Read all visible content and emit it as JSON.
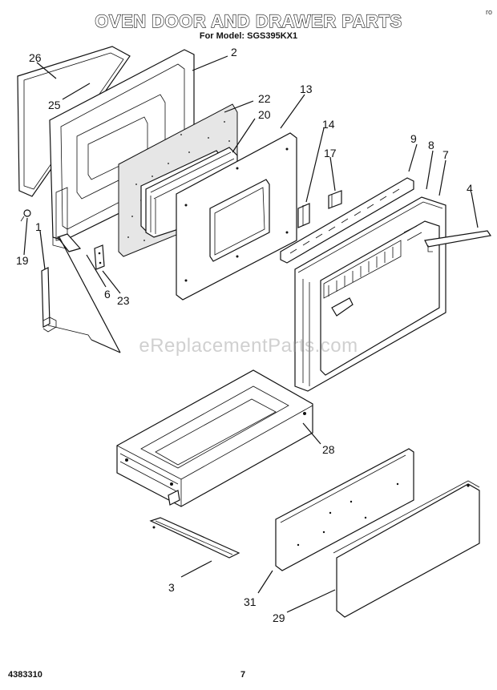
{
  "header": {
    "title": "OVEN DOOR AND DRAWER PARTS",
    "subtitle": "For Model: SGS395KX1",
    "corner_code": "ro"
  },
  "footer": {
    "doc_number": "4383310",
    "page_number": "7"
  },
  "watermark": "eReplacementParts.com",
  "callouts": [
    "26",
    "2",
    "25",
    "22",
    "13",
    "20",
    "14",
    "9",
    "8",
    "7",
    "17",
    "4",
    "1",
    "19",
    "6",
    "23",
    "28",
    "3",
    "31",
    "29"
  ]
}
